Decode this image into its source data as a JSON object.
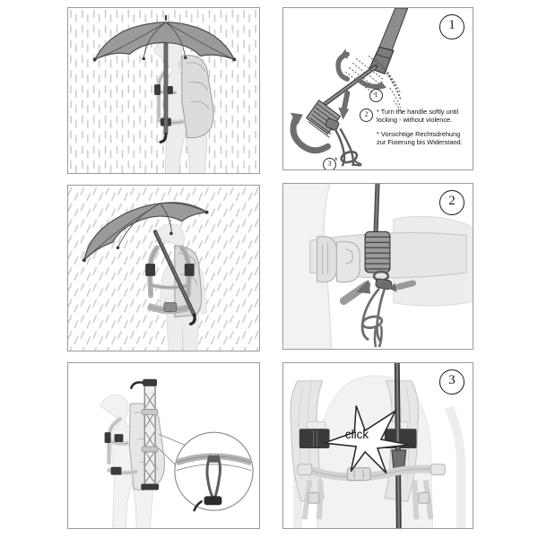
{
  "sheet": {
    "title": "Umbrella backpack attachment instructions",
    "layout": "2 columns x 3 rows of illustration panels",
    "background_color": "#ffffff",
    "panel_border_color": "#9a9a9a"
  },
  "colors": {
    "outline": "#4a4a4a",
    "dark_outline": "#2b2b2b",
    "mid_gray": "#8d8d8d",
    "umbrella_canopy": "#9a9a9a",
    "umbrella_canopy_shade": "#808080",
    "body_silhouette": "#ededed",
    "pack_fill": "#dcdcdc",
    "strap_fill": "#d2d2d2",
    "black_patch": "#3a3a3a",
    "rain": "#c9c9c9",
    "pole": "#6e6e6e",
    "white": "#ffffff"
  },
  "panels": {
    "a": {
      "name": "side-view-rain",
      "caption_visible": false,
      "scene": "Person in side view wearing a backpack with an umbrella mounted upright on the pack, standing in vertical rain",
      "rain_style": "vertical dashes",
      "rain_dash_count": 160
    },
    "b": {
      "name": "back-view-rain",
      "caption_visible": false,
      "scene": "Person seen from behind wearing a backpack with the umbrella tilted diagonally over the shoulder, standing in slanted rain",
      "rain_style": "slanted dashes",
      "rain_dash_count": 150
    },
    "c": {
      "name": "stowed-umbrella-detail",
      "caption_visible": false,
      "scene": "Side view of a backpack with the closed umbrella strapped vertically along the pack, plus a magnified circular inset showing the cord loop around the strap"
    },
    "step1": {
      "name": "handle-locking",
      "badge": "1",
      "scene": "Close-up of the umbrella handle screwing into the threaded shaft, with a coiled cord grip below and three rotation arrows",
      "mini_numbers": [
        "1",
        "2",
        "3"
      ],
      "mini_star": "*",
      "notes": [
        [
          "* Turn the handle softly until",
          "locking - without violence."
        ],
        [
          "* Vorsichtige Rechtsdrehung",
          "zur Fixierung bis Widerstand."
        ]
      ]
    },
    "step2": {
      "name": "hipbelt-cord-wrap",
      "badge": "2",
      "scene": "Cord coil wrapped around the hip belt next to the side-release buckle; two arrows point inward at the knot",
      "arrow_count": 2
    },
    "step3": {
      "name": "shoulder-strap-click",
      "badge": "3",
      "scene": "Front view of shoulder straps with two dark hook-and-loop patches; the umbrella pole clicks into the right patch",
      "star_label": "click",
      "patch_count": 2
    }
  }
}
